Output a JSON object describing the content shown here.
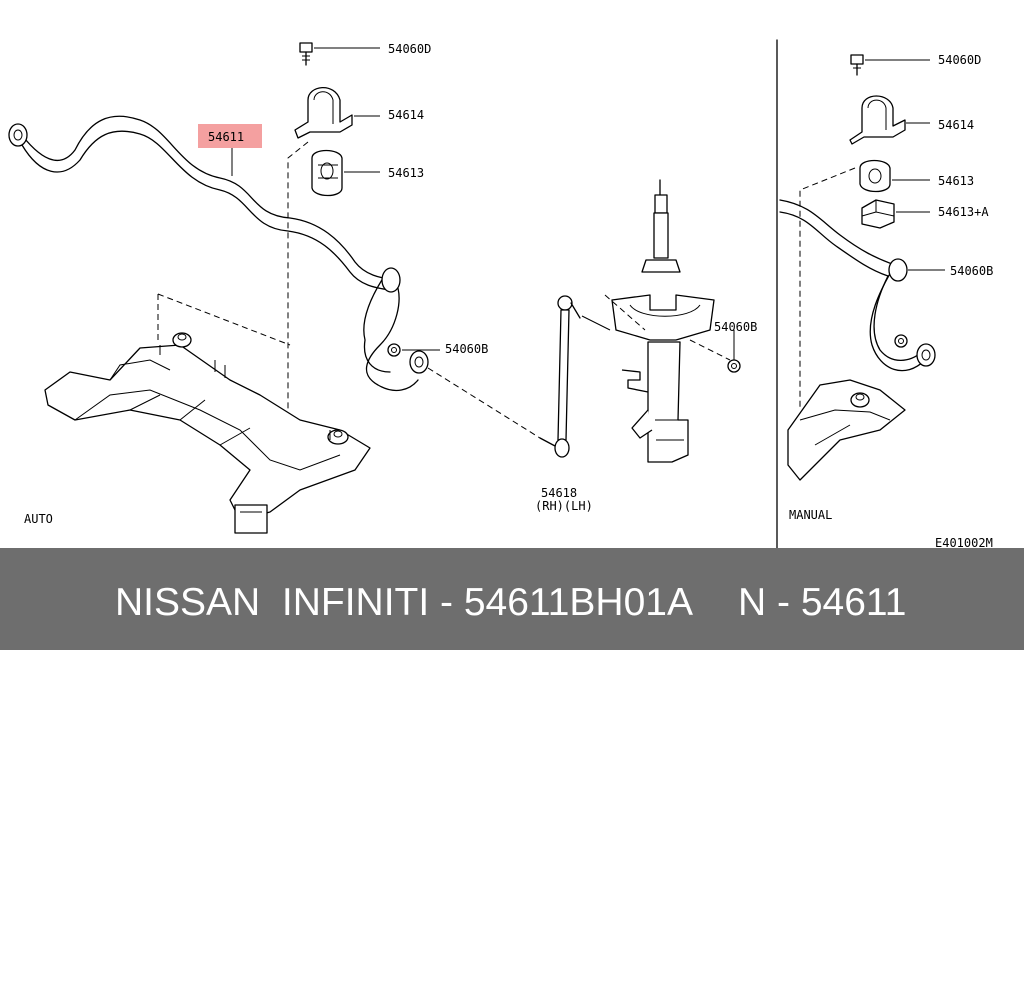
{
  "diagram": {
    "highlight_color": "#f4a0a0",
    "labels": {
      "bar_auto": "54611",
      "bolt_top_auto": "54060D",
      "clamp_auto": "54614",
      "bushing_auto": "54613",
      "nut_mid": "54060B",
      "nut_strut": "54060B",
      "link_part": "54618",
      "link_side": "(RH)(LH)",
      "auto_variant": "AUTO",
      "manual_variant": "MANUAL",
      "bolt_top_manual": "54060D",
      "clamp_manual": "54614",
      "bushing_manual": "54613",
      "bushing_alt_manual": "54613+A",
      "nut_manual": "54060B",
      "drawing_code": "E401002M"
    }
  },
  "footer": {
    "background": "#6e6e6e",
    "text_left": "NISSAN  INFINITI - 54611BH01A",
    "text_right": "N - 54611"
  }
}
